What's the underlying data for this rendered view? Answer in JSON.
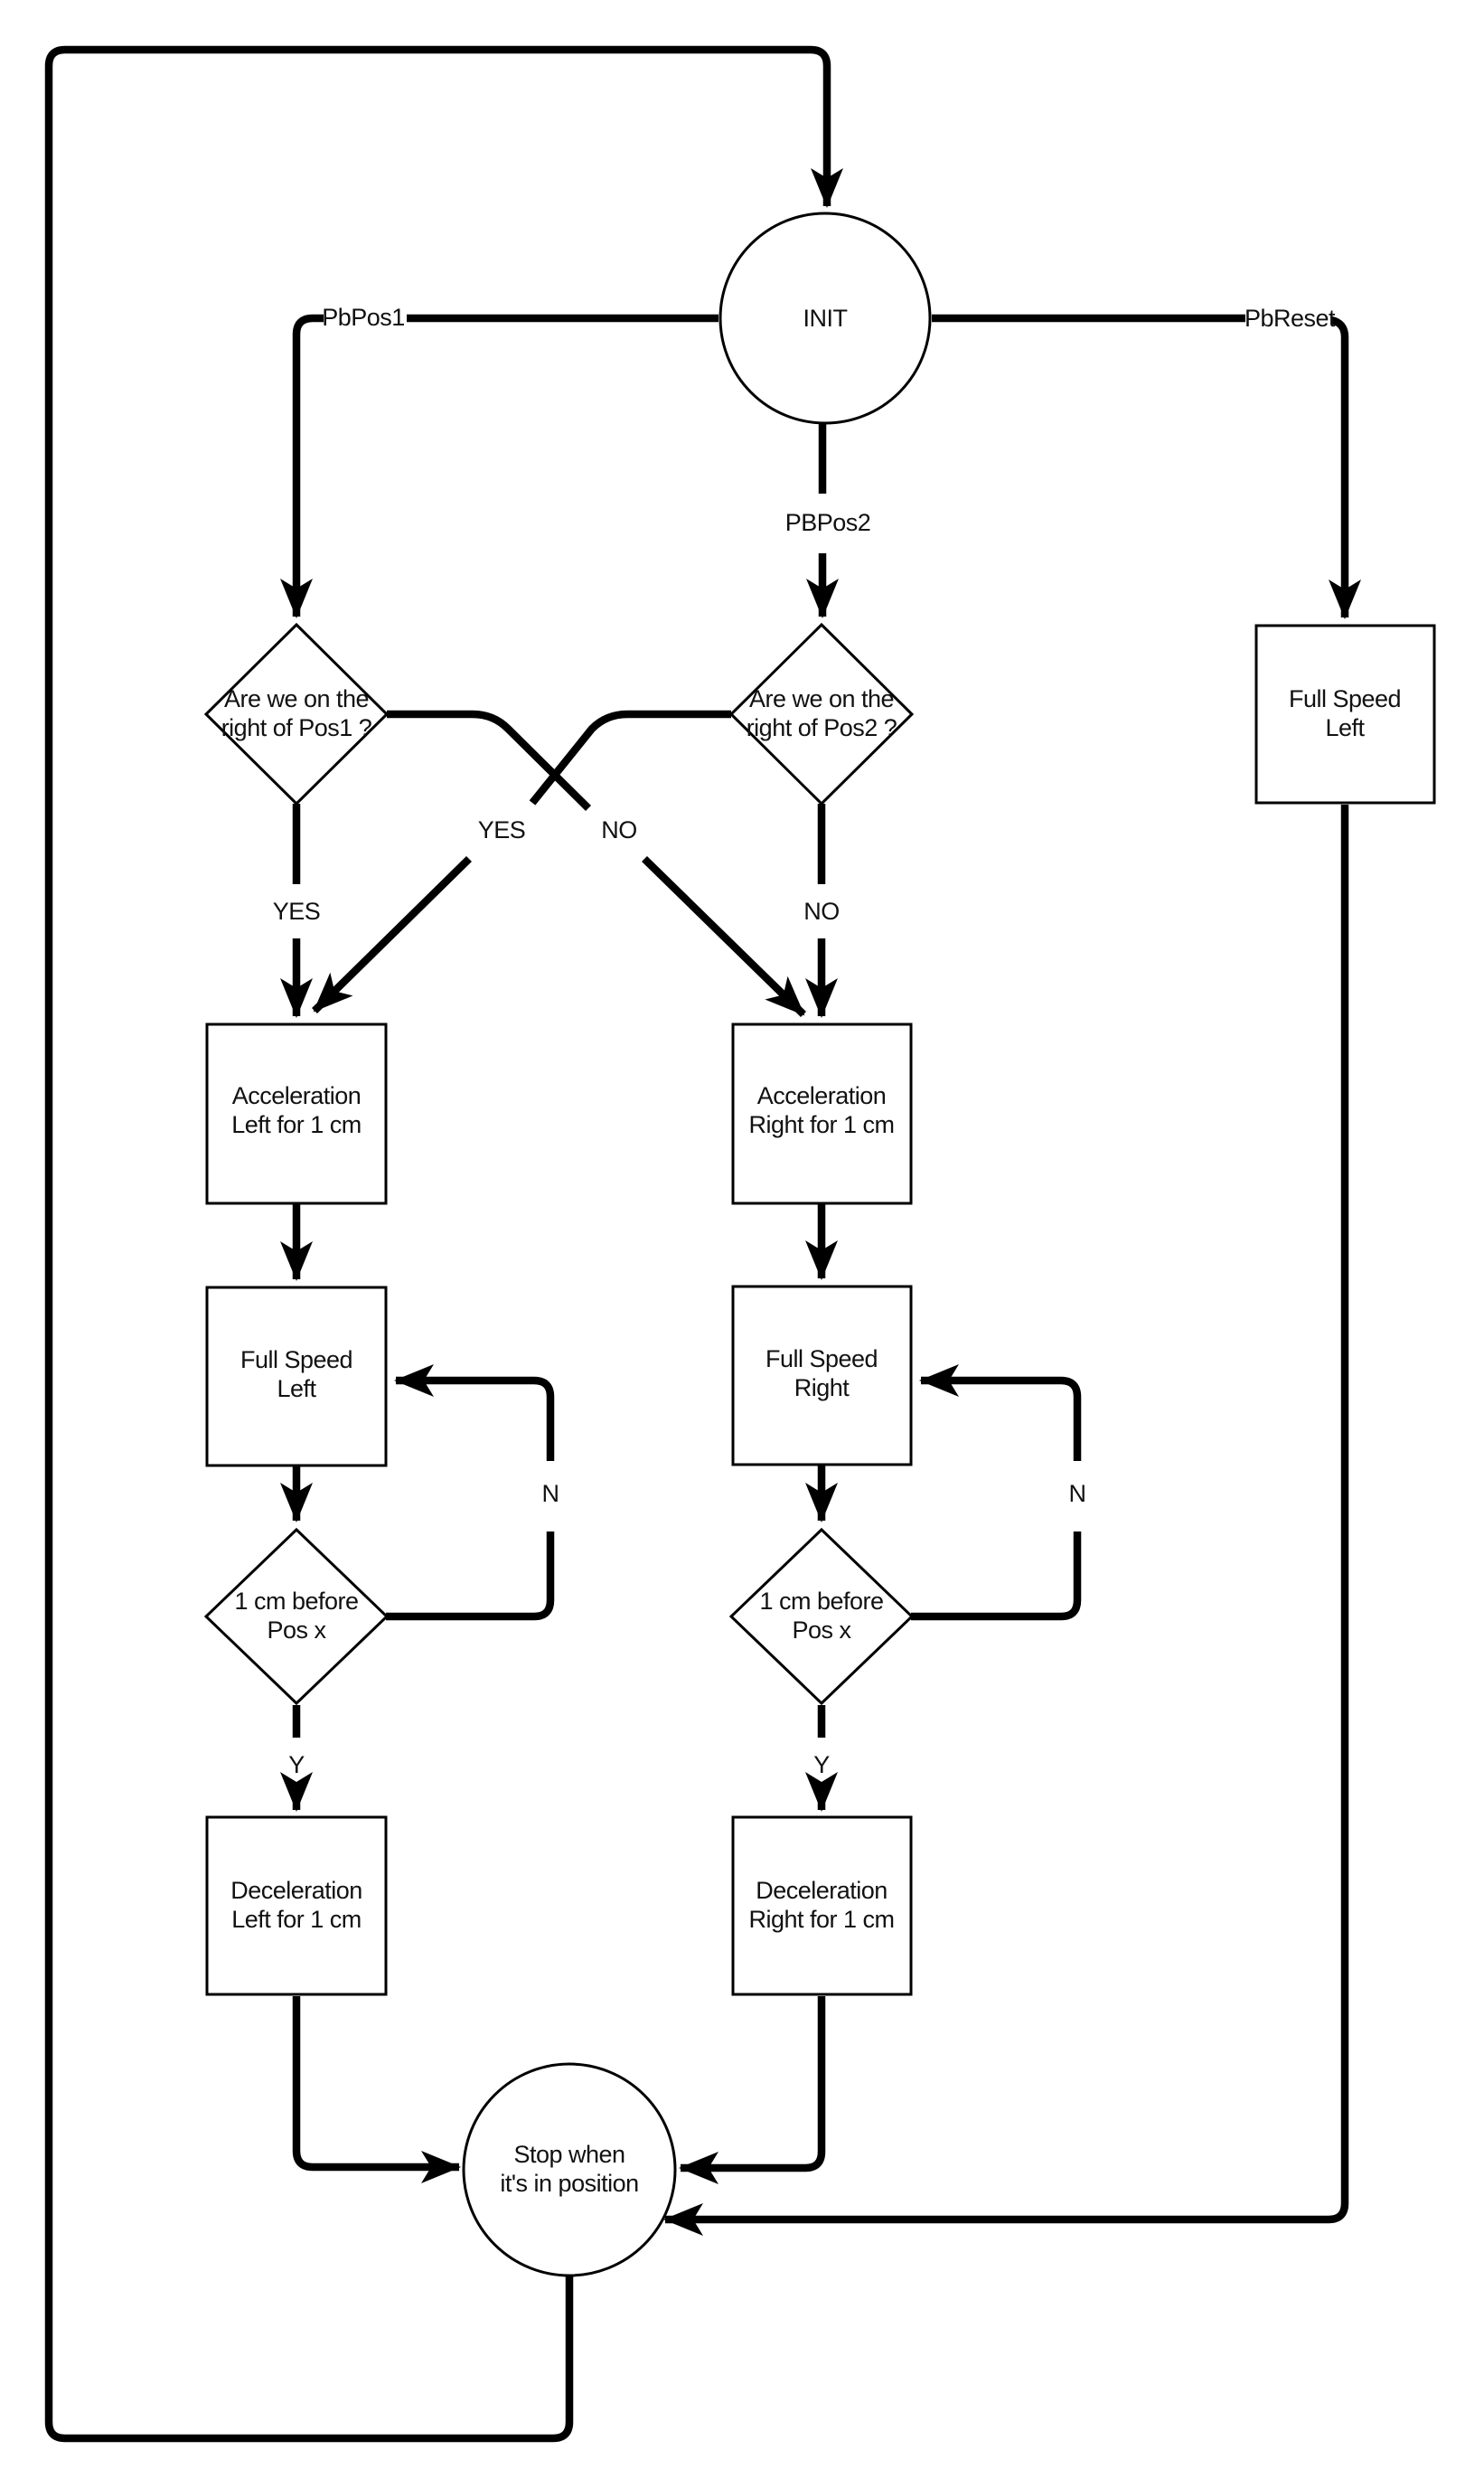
{
  "colors": {
    "stroke": "#000000",
    "background": "#ffffff",
    "text": "#111111"
  },
  "nodes": {
    "init": {
      "label": "INIT"
    },
    "reset_full_speed_left": {
      "line1": "Full Speed",
      "line2": "Left"
    },
    "pos1_decision": {
      "line1": "Are we on the",
      "line2": "right of Pos1 ?"
    },
    "pos2_decision": {
      "line1": "Are we on the",
      "line2": "right of Pos2 ?"
    },
    "accel_left": {
      "line1": "Acceleration",
      "line2": "Left for 1 cm"
    },
    "accel_right": {
      "line1": "Acceleration",
      "line2": "Right for 1 cm"
    },
    "full_speed_left": {
      "line1": "Full Speed",
      "line2": "Left"
    },
    "full_speed_right": {
      "line1": "Full Speed",
      "line2": "Right"
    },
    "before_pos_left": {
      "line1": "1 cm before",
      "line2": "Pos x"
    },
    "before_pos_right": {
      "line1": "1 cm before",
      "line2": "Pos x"
    },
    "decel_left": {
      "line1": "Deceleration",
      "line2": "Left for 1 cm"
    },
    "decel_right": {
      "line1": "Deceleration",
      "line2": "Right for 1 cm"
    },
    "stop": {
      "line1": "Stop when",
      "line2": "it's in position"
    }
  },
  "edge_labels": {
    "pbpos1": "PbPos1",
    "pbpos2": "PBPos2",
    "pbreset": "PbReset",
    "cross_yes": "YES",
    "cross_no": "NO",
    "pos1_yes": "YES",
    "pos2_no": "NO",
    "n_left": "N",
    "n_right": "N",
    "y_left": "Y",
    "y_right": "Y"
  }
}
